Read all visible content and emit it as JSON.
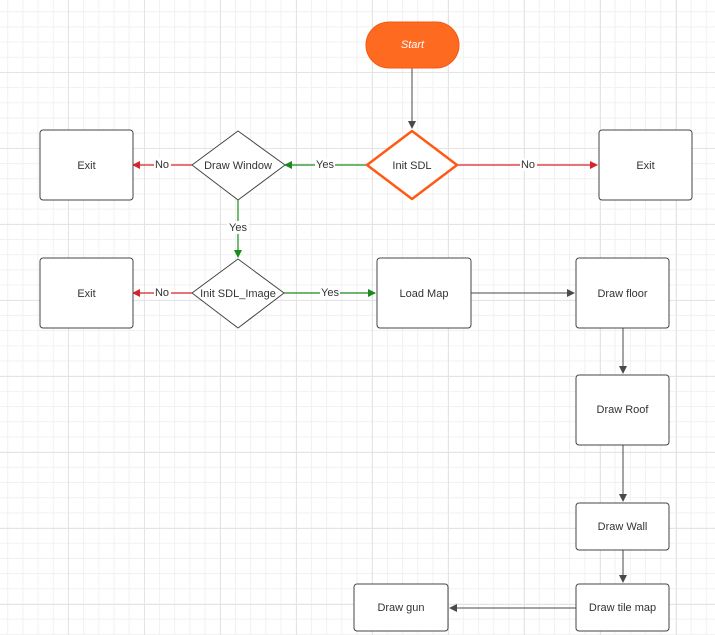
{
  "nodes": {
    "start": "Start",
    "init_sdl": "Init SDL",
    "draw_window": "Draw Window",
    "exit_top_left": "Exit",
    "exit_top_right": "Exit",
    "init_sdl_image": "Init SDL_Image",
    "exit_mid_left": "Exit",
    "load_map": "Load Map",
    "draw_floor": "Draw floor",
    "draw_roof": "Draw Roof",
    "draw_wall": "Draw Wall",
    "draw_tile_map": "Draw tile map",
    "draw_gun": "Draw gun"
  },
  "edges": {
    "sdl_no": "No",
    "sdl_yes": "Yes",
    "window_no": "No",
    "window_yes": "Yes",
    "image_no": "No",
    "image_yes": "Yes"
  },
  "colors": {
    "start_fill": "#ff6a21",
    "highlight_stroke": "#ff5a14",
    "yes_edge": "#1a8a1a",
    "no_edge": "#d8232a",
    "default_edge": "#4a4a4a",
    "node_stroke": "#444444"
  }
}
